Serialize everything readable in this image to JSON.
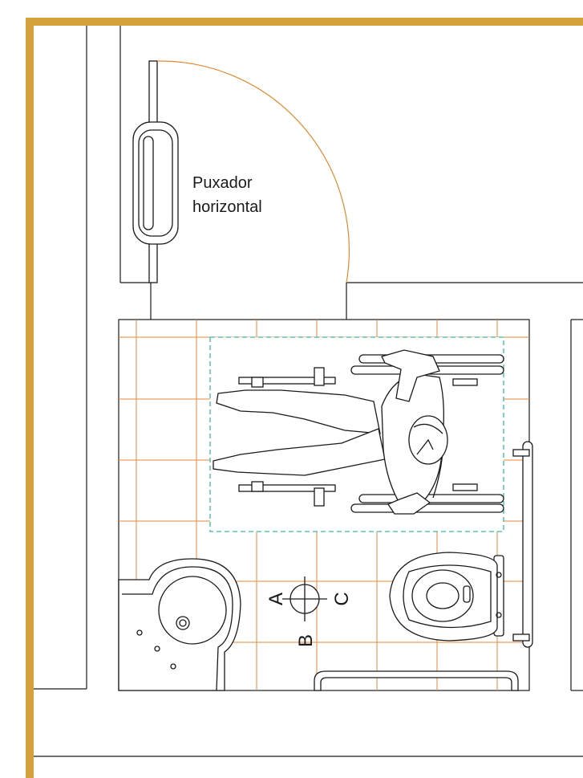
{
  "drawing": {
    "handle_label": {
      "line1": "Puxador",
      "line2": "horizontal"
    },
    "axis_markers": {
      "a": "A",
      "b": "B",
      "c": "C"
    }
  },
  "colors": {
    "frame": "#d4a13a",
    "tile_grid": "#e8873a",
    "door_arc": "#e08a2e",
    "wheelchair_zone": "#3fb8a8",
    "line": "#1a1a1a"
  },
  "icons": [
    "wheelchair-user-icon",
    "toilet-icon",
    "washbasin-icon",
    "grab-bar-icon",
    "door-handle-icon",
    "floor-drain-icon"
  ]
}
